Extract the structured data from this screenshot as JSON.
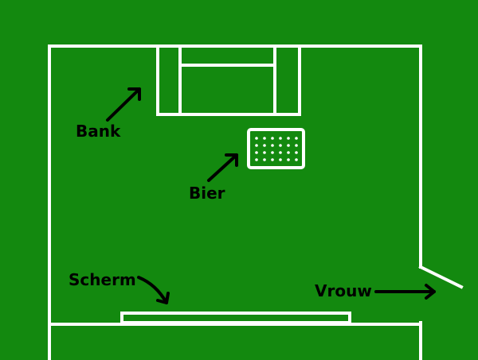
{
  "colors": {
    "background": "#13890f",
    "lines": "#ffffff",
    "labels": "#000000"
  },
  "labels": {
    "bank": "Bank",
    "bier": "Bier",
    "scherm": "Scherm",
    "vrouw": "Vrouw"
  }
}
